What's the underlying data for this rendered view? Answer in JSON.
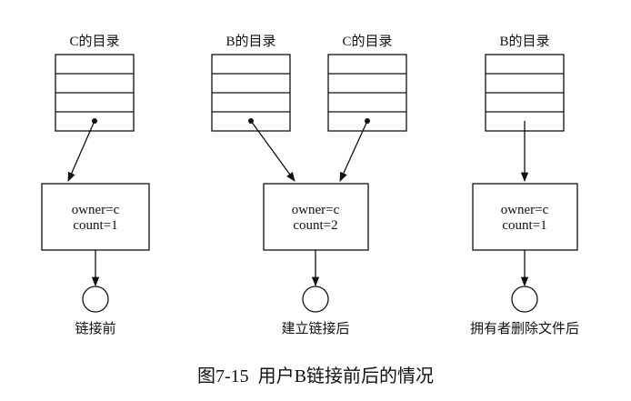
{
  "directories": [
    {
      "label": "C的目录"
    },
    {
      "label": "B的目录"
    },
    {
      "label": "C的目录"
    },
    {
      "label": "B的目录"
    }
  ],
  "inodes": [
    {
      "owner": "owner=c",
      "count": "count=1"
    },
    {
      "owner": "owner=c",
      "count": "count=2"
    },
    {
      "owner": "owner=c",
      "count": "count=1"
    }
  ],
  "states": [
    {
      "label": "链接前"
    },
    {
      "label": "建立链接后"
    },
    {
      "label": "拥有者删除文件后"
    }
  ],
  "caption": "图7-15  用户B链接前后的情况"
}
